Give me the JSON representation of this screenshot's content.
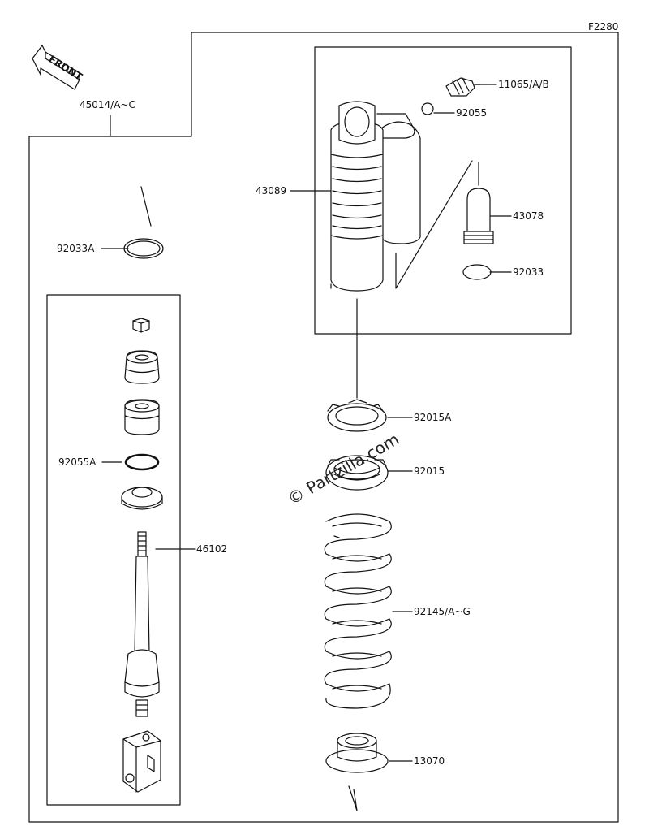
{
  "figure_code": "F2280",
  "front_arrow_text": "FRONT",
  "watermark": "© Partzilla.com",
  "labels": {
    "assembly": "45014/A~C",
    "ring_outer": "92033A",
    "valve": "11065/A/B",
    "oring_top": "92055",
    "body": "43089",
    "bladder": "43078",
    "ring_inner": "92033",
    "nut_a": "92015A",
    "nut_b": "92015",
    "oring_left": "92055A",
    "rod_assembly": "46102",
    "spring": "92145/A~G",
    "spring_seat": "13070"
  },
  "colors": {
    "line": "#111111",
    "background": "#ffffff"
  }
}
